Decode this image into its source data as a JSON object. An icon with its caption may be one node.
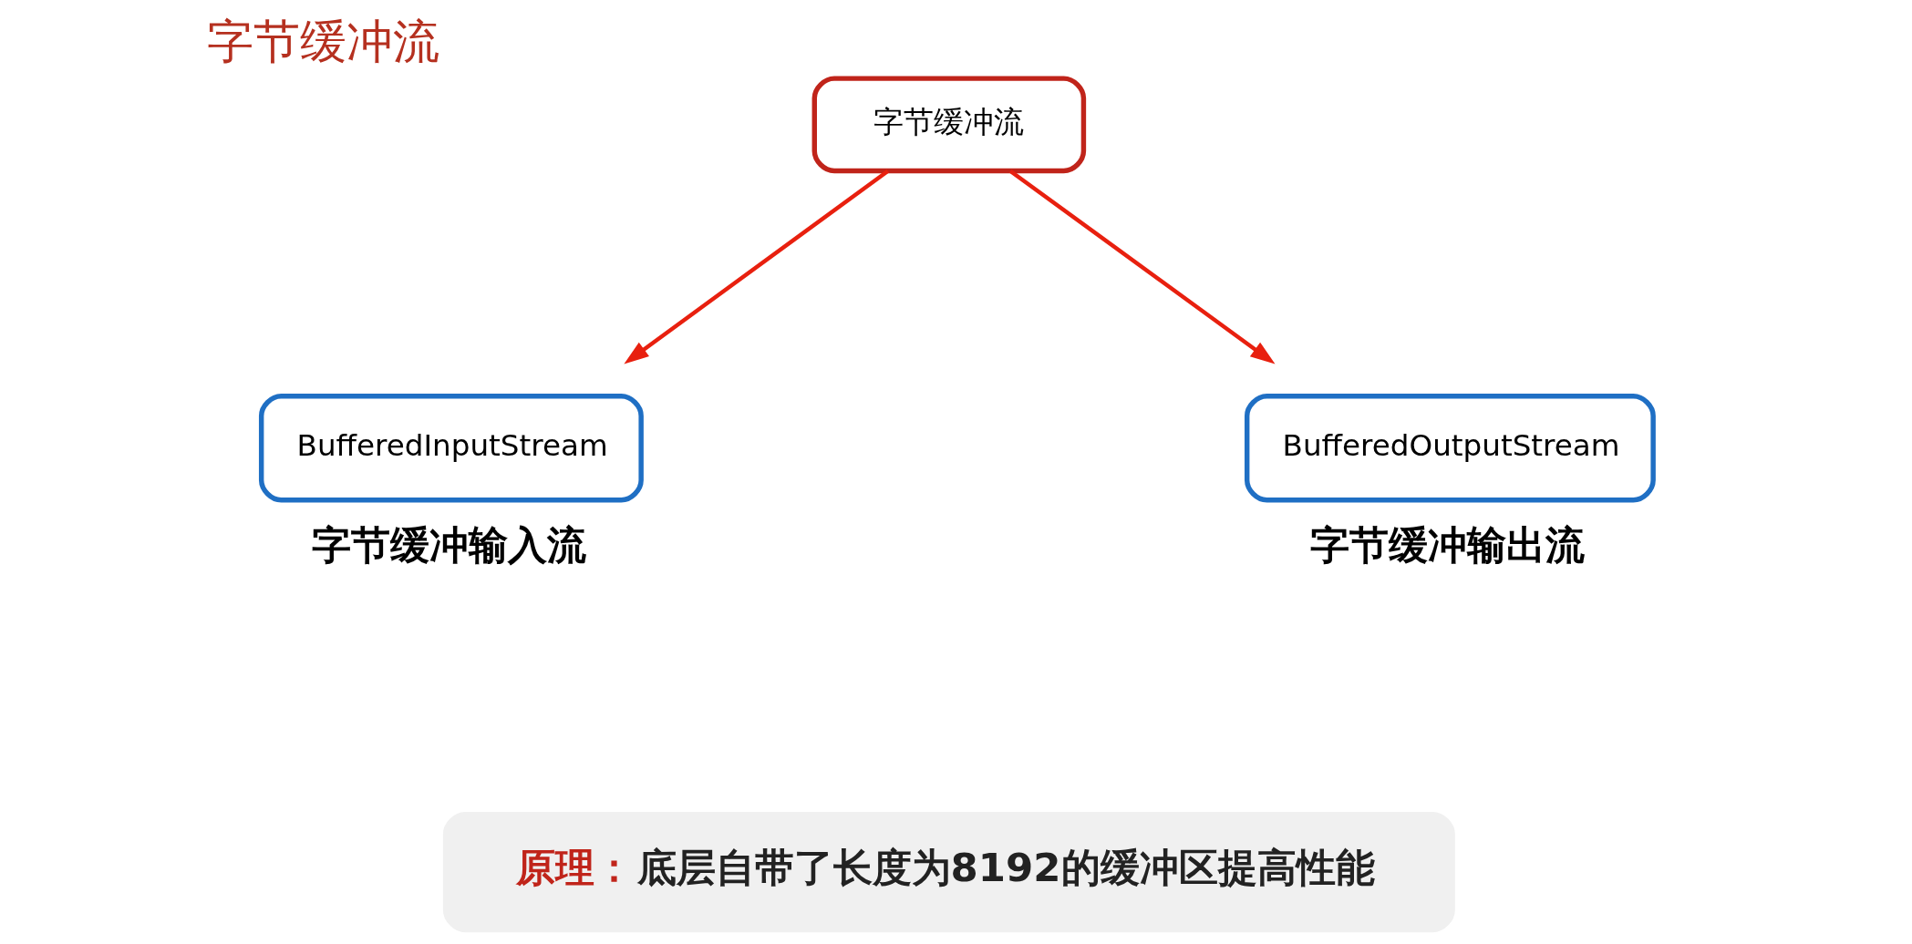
{
  "diagram": {
    "title": "字节缓冲流",
    "nodes": [
      {
        "text": [
          "字节缓冲流"
        ]
      },
      {
        "text": [
          "BufferedInputStream"
        ],
        "beside": [
          "字节缓冲输入流"
        ]
      },
      {
        "text": [
          "BufferedOutputStream"
        ],
        "beside": [
          "字节缓冲输出流"
        ]
      }
    ],
    "edges": [
      {
        "from": 0,
        "to": 1,
        "arrow": "to"
      },
      {
        "from": 0,
        "to": 2,
        "arrow": "to"
      }
    ],
    "labels": [
      "原理：",
      "底层自带了长度为8192的缓冲区提高性能"
    ]
  }
}
